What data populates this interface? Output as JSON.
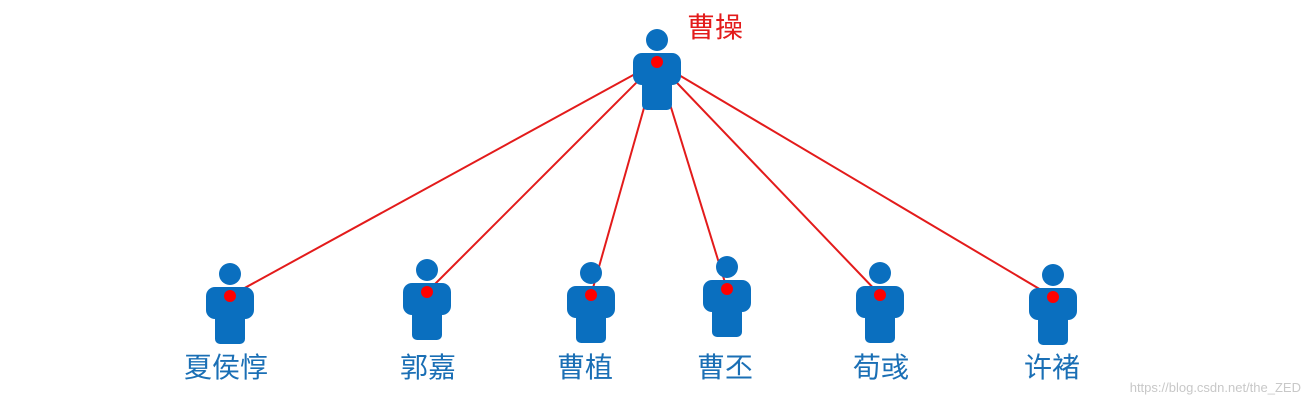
{
  "colors": {
    "person": "#0a6fbf",
    "line": "#e31b1b",
    "dot": "#ff0000",
    "child_label": "#1a6fb5",
    "root_label": "#e31b1b"
  },
  "root": {
    "name": "曹操",
    "icon": "person-icon"
  },
  "children": [
    {
      "name": "夏侯惇",
      "icon": "person-icon"
    },
    {
      "name": "郭嘉",
      "icon": "person-icon"
    },
    {
      "name": "曹植",
      "icon": "person-icon"
    },
    {
      "name": "曹丕",
      "icon": "person-icon"
    },
    {
      "name": "荀彧",
      "icon": "person-icon"
    },
    {
      "name": "许褚",
      "icon": "person-icon"
    }
  ],
  "watermark": "https://blog.csdn.net/the_ZED"
}
